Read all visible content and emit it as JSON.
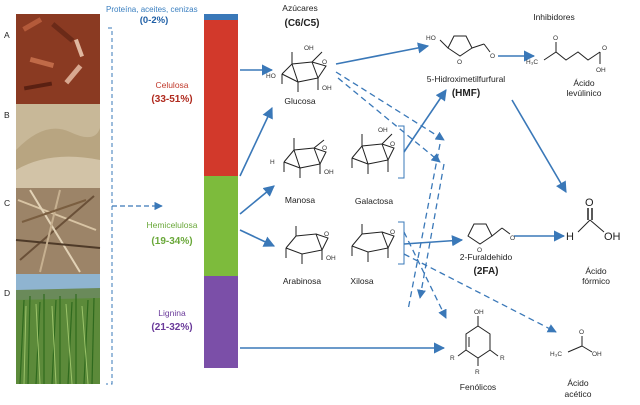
{
  "photos": [
    {
      "letter": "A",
      "color": "#8a3a22"
    },
    {
      "letter": "B",
      "color": "#c8b898"
    },
    {
      "letter": "C",
      "color": "#9c8468"
    },
    {
      "letter": "D",
      "color": "#5c8a3a"
    }
  ],
  "components": [
    {
      "name": "Proteína, aceites, cenizas",
      "pct": "(0-2%)",
      "name_color": "#3a7fc0",
      "pct_color": "#1f5fa6",
      "bar_color": "#3a78b8"
    },
    {
      "name": "Celulosa",
      "pct": "(33-51%)",
      "name_color": "#c0392b",
      "pct_color": "#b02a1e",
      "bar_color": "#d2392b"
    },
    {
      "name": "Hemicelulosa",
      "pct": "(19-34%)",
      "name_color": "#6aa83a",
      "pct_color": "#6aa83a",
      "bar_color": "#7dbb3c"
    },
    {
      "name": "Lignina",
      "pct": "(21-32%)",
      "name_color": "#6a3a9a",
      "pct_color": "#6a3a9a",
      "bar_color": "#7b4fa8"
    }
  ],
  "sugars_header": {
    "title": "Azúcares",
    "subtitle": "(C6/C5)"
  },
  "sugars": [
    "Glucosa",
    "Manosa",
    "Galactosa",
    "Arabinosa",
    "Xilosa"
  ],
  "inhibitors_header": "Inhibidores",
  "products": {
    "hmf_name": "5-Hidroximetilfurfural",
    "hmf_abbr": "(HMF)",
    "levulinic_l1": "Ácido",
    "levulinic_l2": "levúlinico",
    "furaldehyde_name": "2-Furaldehido",
    "furaldehyde_abbr": "(2FA)",
    "formic_l1": "Ácido",
    "formic_l2": "fórmico",
    "phenolics": "Fenólicos",
    "acetic_l1": "Ácido",
    "acetic_l2": "acético"
  },
  "atoms": {
    "O": "O",
    "H": "H",
    "OH": "OH",
    "HO": "HO",
    "R": "R",
    "CH3": "H₃C"
  },
  "colors": {
    "arrow": "#3a78b8",
    "dashed": "#3a78b8",
    "ink": "#222222"
  }
}
